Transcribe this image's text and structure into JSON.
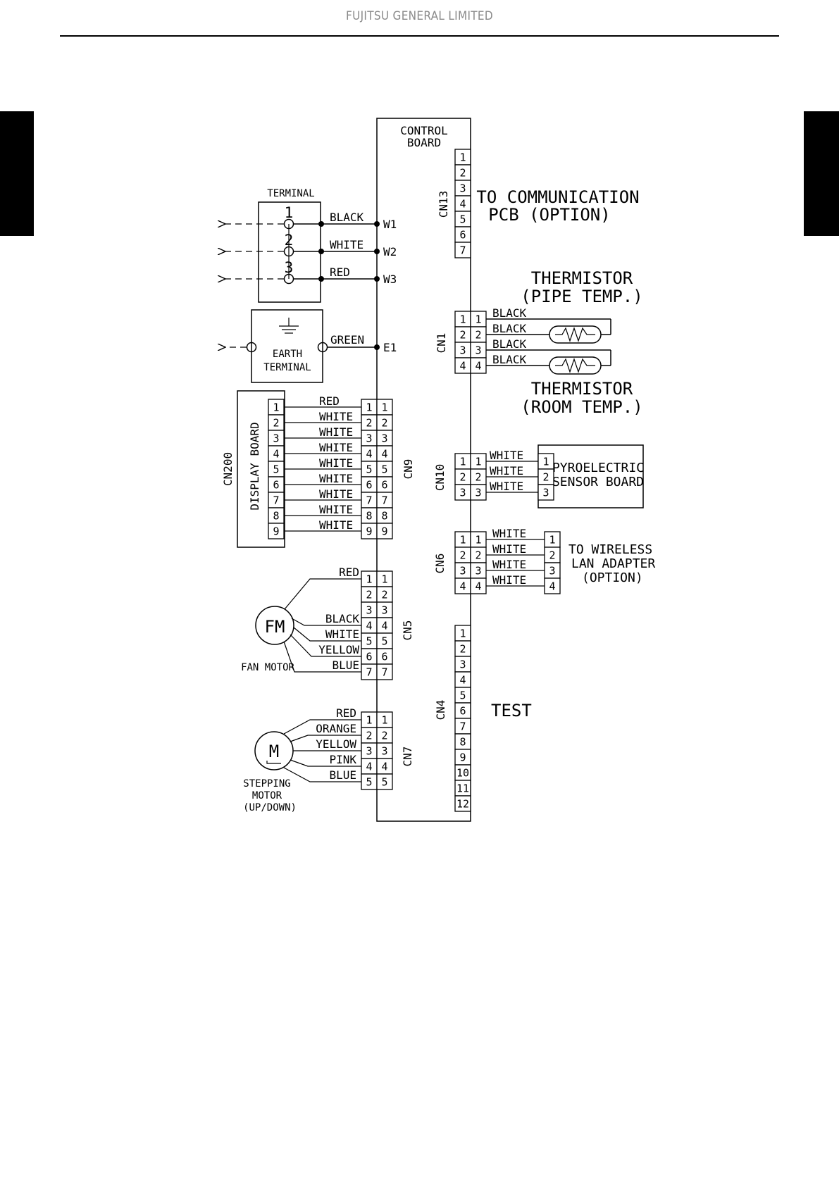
{
  "header": {
    "company": "FUJITSU GENERAL LIMITED"
  },
  "diagram": {
    "control_board": {
      "line1": "CONTROL",
      "line2": "BOARD"
    },
    "terminal": {
      "title": "TERMINAL",
      "pins": [
        "1",
        "2",
        "3"
      ],
      "wires": [
        "BLACK",
        "WHITE",
        "RED"
      ],
      "ids": [
        "W1",
        "W2",
        "W3"
      ]
    },
    "earth": {
      "line1": "EARTH",
      "line2": "TERMINAL",
      "wire": "GREEN",
      "id": "E1"
    },
    "cn13": {
      "name": "CN13",
      "pins": [
        "1",
        "2",
        "3",
        "4",
        "5",
        "6",
        "7"
      ],
      "note_line1": "TO COMMUNICATION",
      "note_line2": "PCB (OPTION)"
    },
    "thermistor_pipe": {
      "line1": "THERMISTOR",
      "line2": "(PIPE TEMP.)"
    },
    "thermistor_room": {
      "line1": "THERMISTOR",
      "line2": "(ROOM TEMP.)"
    },
    "cn1": {
      "name": "CN1",
      "pins": [
        "1",
        "2",
        "3",
        "4"
      ],
      "wires": [
        "BLACK",
        "BLACK",
        "BLACK",
        "BLACK"
      ]
    },
    "display": {
      "name": "CN200",
      "label": "DISPLAY BOARD",
      "pins": [
        "1",
        "2",
        "3",
        "4",
        "5",
        "6",
        "7",
        "8",
        "9"
      ]
    },
    "cn9": {
      "name": "CN9",
      "pins": [
        "1",
        "2",
        "3",
        "4",
        "5",
        "6",
        "7",
        "8",
        "9"
      ],
      "wires": [
        "RED",
        "WHITE",
        "WHITE",
        "WHITE",
        "WHITE",
        "WHITE",
        "WHITE",
        "WHITE",
        "WHITE"
      ]
    },
    "cn10": {
      "name": "CN10",
      "pins": [
        "1",
        "2",
        "3"
      ],
      "wires": [
        "WHITE",
        "WHITE",
        "WHITE"
      ]
    },
    "pyro": {
      "line1": "PYROELECTRIC",
      "line2": "SENSOR BOARD",
      "pins": [
        "1",
        "2",
        "3"
      ]
    },
    "cn6": {
      "name": "CN6",
      "pins": [
        "1",
        "2",
        "3",
        "4"
      ],
      "wires": [
        "WHITE",
        "WHITE",
        "WHITE",
        "WHITE"
      ]
    },
    "wireless": {
      "line1": "TO WIRELESS",
      "line2": "LAN ADAPTER",
      "line3": "(OPTION)",
      "pins": [
        "1",
        "2",
        "3",
        "4"
      ]
    },
    "cn5": {
      "name": "CN5",
      "pins": [
        "1",
        "2",
        "3",
        "4",
        "5",
        "6",
        "7"
      ],
      "wires": [
        "RED",
        "BLACK",
        "WHITE",
        "YELLOW",
        "BLUE"
      ]
    },
    "fan_motor": {
      "symbol": "FM",
      "label": "FAN MOTOR"
    },
    "cn4": {
      "name": "CN4",
      "pins": [
        "1",
        "2",
        "3",
        "4",
        "5",
        "6",
        "7",
        "8",
        "9",
        "10",
        "11",
        "12"
      ],
      "note": "TEST"
    },
    "cn7": {
      "name": "CN7",
      "pins": [
        "1",
        "2",
        "3",
        "4",
        "5"
      ],
      "wires": [
        "RED",
        "ORANGE",
        "YELLOW",
        "PINK",
        "BLUE"
      ]
    },
    "stepping_motor": {
      "symbol": "M",
      "line1": "STEPPING",
      "line2": "MOTOR",
      "line3": "(UP/DOWN)"
    }
  }
}
